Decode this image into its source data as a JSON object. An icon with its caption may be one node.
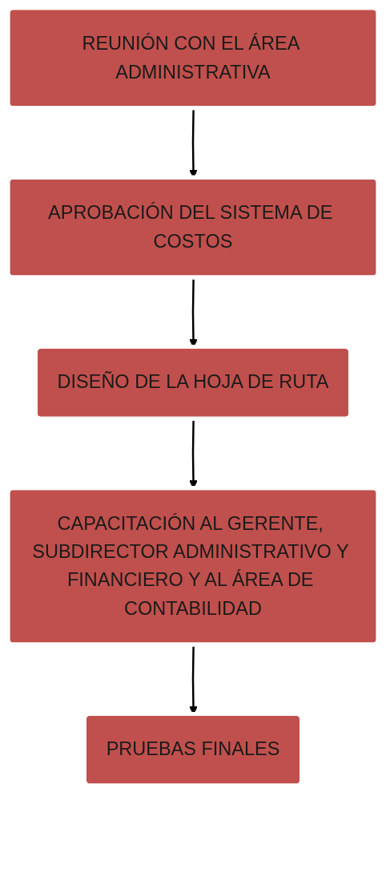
{
  "diagram": {
    "nodes": [
      {
        "text": [
          "REUNIÓN CON EL ÁREA ADMINISTRATIVA"
        ]
      },
      {
        "text": [
          "APROBACIÓN DEL SISTEMA DE COSTOS"
        ]
      },
      {
        "text": [
          "DISEÑO DE LA HOJA DE RUTA"
        ]
      },
      {
        "text": [
          "CAPACITACIÓN AL GERENTE, SUBDIRECTOR ADMINISTRATIVO Y FINANCIERO Y AL ÁREA DE CONTABILIDAD"
        ]
      },
      {
        "text": [
          "PRUEBAS FINALES"
        ]
      }
    ],
    "edges": [
      {
        "from": 0,
        "to": 1,
        "arrow": "to"
      },
      {
        "from": 1,
        "to": 2,
        "arrow": "to"
      },
      {
        "from": 2,
        "to": 3,
        "arrow": "to"
      },
      {
        "from": 3,
        "to": 4,
        "arrow": "to"
      }
    ]
  }
}
